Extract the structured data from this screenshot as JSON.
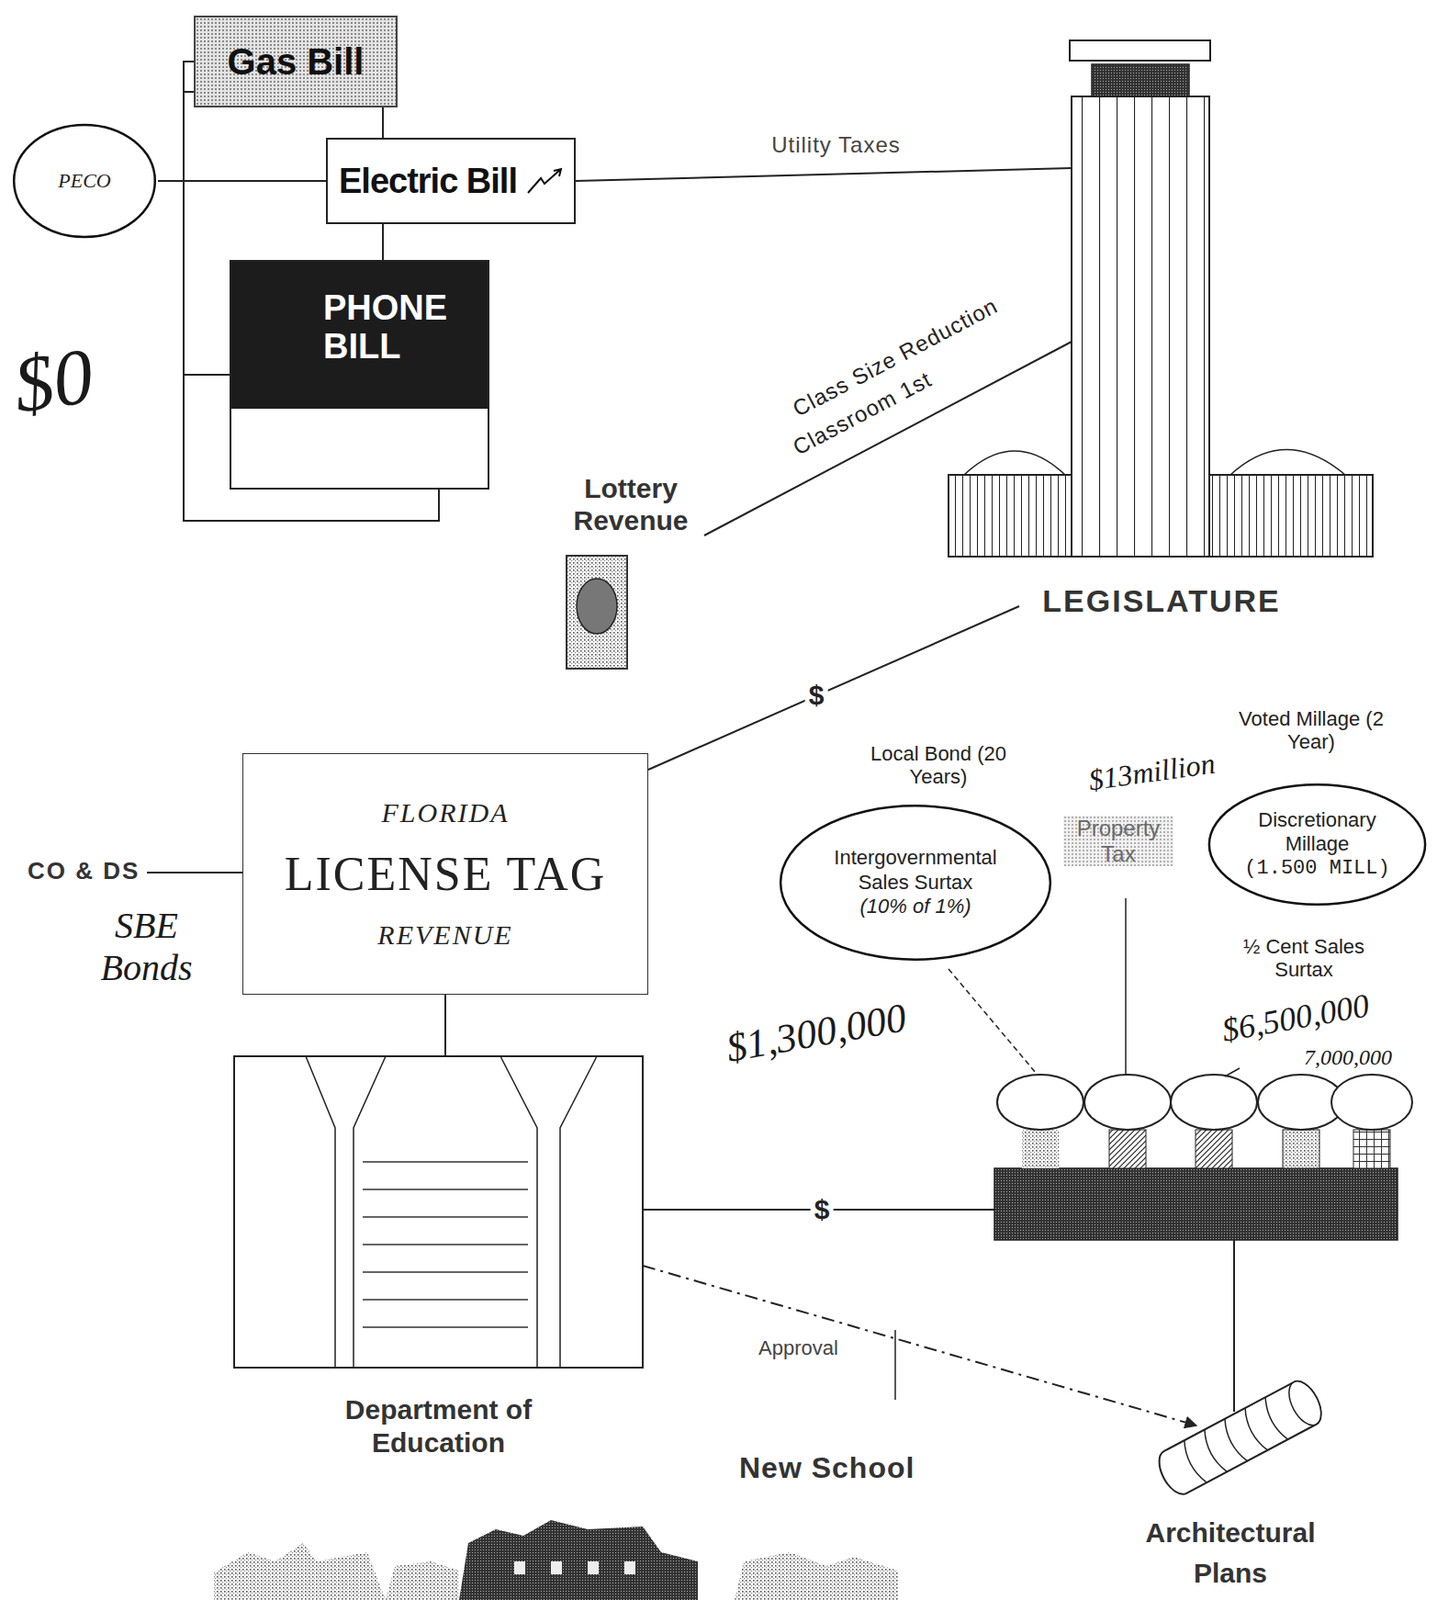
{
  "diagram": {
    "nodes": [
      {
        "text": [
          "Gas Bill"
        ]
      },
      {
        "text": [
          "PECO"
        ]
      },
      {
        "text": [
          "Electric Bill"
        ]
      },
      {
        "text": [
          "PHONE BILL"
        ]
      },
      {
        "text": [
          "Lottery Revenue"
        ]
      },
      {
        "text": [
          "LEGISLATURE"
        ]
      },
      {
        "text": [
          "FLORIDA",
          "LICENSE TAG",
          "REVENUE"
        ]
      },
      {
        "text": [
          "Intergovernmental Sales Surtax",
          "(10% of 1%)"
        ]
      },
      {
        "text": [
          "Discretionary Millage",
          "(1.500 MILL)"
        ]
      },
      {
        "text": [
          "Department of Education"
        ]
      },
      {
        "text": [
          "Architectural Plans"
        ]
      }
    ],
    "edges": [
      {
        "from": 1,
        "to": 0,
        "arrow": "none"
      },
      {
        "from": 1,
        "to": 2,
        "arrow": "none"
      },
      {
        "from": 1,
        "to": 3,
        "arrow": "none"
      },
      {
        "from": 2,
        "to": 5,
        "label": "Utility Taxes",
        "arrow": "none"
      },
      {
        "from": 4,
        "to": 5,
        "arrow": "none"
      },
      {
        "from": 5,
        "to": 6,
        "label": "$",
        "arrow": "none"
      },
      {
        "from": 6,
        "to": 9,
        "arrow": "none"
      },
      {
        "from": 9,
        "to": 10,
        "arrow": "to"
      }
    ],
    "labels": [
      "$0",
      "Class Size Reduction",
      "Classroom 1st",
      "$",
      "CO & DS",
      "SBE Bonds",
      "Local Bond (20 Years)",
      "$1,300,000",
      "$13million",
      "Property Tax",
      "Voted Millage (2 Year)",
      "½ Cent Sales Surtax",
      "$6,500,000",
      "7,000,000",
      "Approval",
      "New School"
    ]
  }
}
